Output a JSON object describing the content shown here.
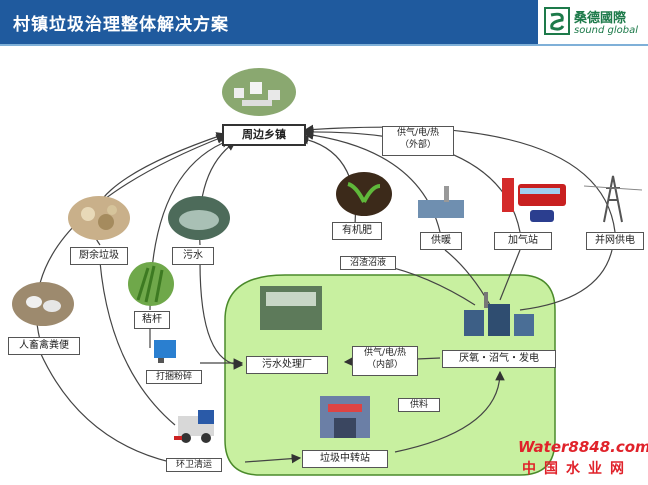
{
  "header": {
    "title": "村镇垃圾治理整体解决方案"
  },
  "logo": {
    "name_cn": "桑德國際",
    "name_en": "sound global"
  },
  "nodes": {
    "town": "周边乡镇",
    "kitchen_waste": "厨余垃圾",
    "straw": "秸杆",
    "manure": "人畜禽粪便",
    "sewage": "污水",
    "organic_fertilizer": "有机肥",
    "heating": "供暖",
    "gas_station": "加气站",
    "grid": "并网供电",
    "wwtp": "污水处理厂",
    "anaerobic": "厌氧・沼气・发电",
    "transfer_station": "垃圾中转站"
  },
  "tags": {
    "supply_external": "供气/电/热\n（外部）",
    "supply_internal": "供气/电/热\n（内部）",
    "biogas_residue": "沼渣沼液",
    "feedstock": "供料",
    "baling": "打捆粉碎",
    "sanitation": "环卫清运"
  },
  "watermark": {
    "line1": "Water8848.com",
    "line2": "中国水业网"
  },
  "colors": {
    "header": "#1f5a9e",
    "zone": "#c8f0a0",
    "watermark": "#e0222a"
  }
}
